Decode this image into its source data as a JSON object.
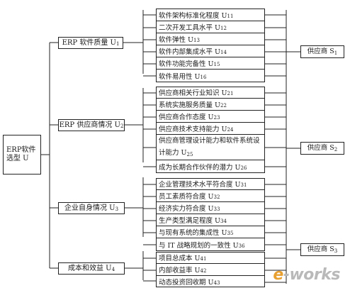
{
  "goal": {
    "label": "ERP软件选型 U"
  },
  "criteria": [
    {
      "label": "ERP 软件质量 U",
      "sub": "1",
      "items": [
        {
          "label": "软件架构标准化程度 U",
          "sub": "11"
        },
        {
          "label": "二次开发工具水平 U",
          "sub": "12"
        },
        {
          "label": "软件弹性 U",
          "sub": "13"
        },
        {
          "label": "软件内部集成水平 U",
          "sub": "14"
        },
        {
          "label": "软件功能完备性 U",
          "sub": "15"
        },
        {
          "label": "软件易用性 U",
          "sub": "16"
        }
      ]
    },
    {
      "label": "ERP 供应商情况 U",
      "sub": "2",
      "items": [
        {
          "label": "供应商相关行业知识 U",
          "sub": "21"
        },
        {
          "label": "系统实施服务质量 U",
          "sub": "22"
        },
        {
          "label": "供应商合作态度 U",
          "sub": "23"
        },
        {
          "label": "供应商技术支持能力 U",
          "sub": "24"
        },
        {
          "label": "供应商管理设计能力和软件系统设计能力 U",
          "sub": "25"
        },
        {
          "label": "成为长期合作伙伴的潜力 U",
          "sub": "26"
        }
      ]
    },
    {
      "label": "企业自身情况 U",
      "sub": "3",
      "items": [
        {
          "label": "企业管理技术水平符合度 U",
          "sub": "31"
        },
        {
          "label": "员工素质符合度 U",
          "sub": "32"
        },
        {
          "label": "经济实力符合度 U",
          "sub": "33"
        },
        {
          "label": "生产类型满足程度 U",
          "sub": "34"
        },
        {
          "label": "与现有系统的集成性 U",
          "sub": "35"
        },
        {
          "label": "与 IT 战略规划的一致性 U",
          "sub": "36"
        }
      ]
    },
    {
      "label": "成本和效益 U",
      "sub": "4",
      "items": [
        {
          "label": "项目总成本 U",
          "sub": "41"
        },
        {
          "label": "内部收益率 U",
          "sub": "42"
        },
        {
          "label": "动态投资回收期 U",
          "sub": "43"
        }
      ]
    }
  ],
  "alternatives": [
    {
      "label": "供应商 S",
      "sub": "1"
    },
    {
      "label": "供应商 S",
      "sub": "2"
    },
    {
      "label": "供应商 S",
      "sub": "3"
    }
  ],
  "watermark": {
    "prefix": "e",
    "rest": "-works"
  }
}
